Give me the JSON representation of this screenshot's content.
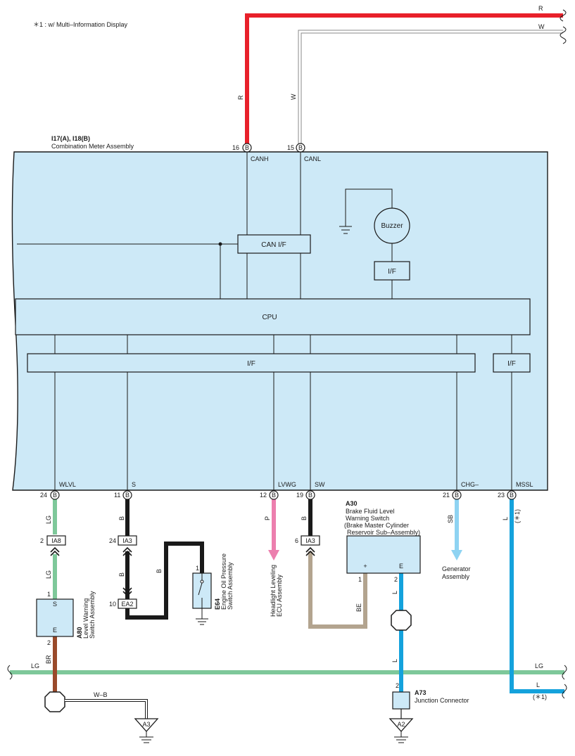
{
  "note": "＊1 : w/ Multi–Information Display",
  "colors": {
    "panel_fill": "#cde9f7",
    "wire_R": "#e8202a",
    "wire_W": "#ffffff",
    "wire_LG": "#7ec89a",
    "wire_B": "#1a1a1a",
    "wire_P": "#ec7fae",
    "wire_BE": "#b3a48f",
    "wire_SB": "#8ed3f2",
    "wire_L": "#14a2dc",
    "wire_BR": "#9a4a2a"
  },
  "top_wires": {
    "r_label": "R",
    "w_label": "W",
    "r_vertical": "R",
    "w_vertical": "W"
  },
  "meter": {
    "code": "I17(A), I18(B)",
    "name": "Combination Meter Assembly",
    "can_if": "CAN I/F",
    "buzzer": "Buzzer",
    "buzzer_if": "I/F",
    "cpu": "CPU",
    "if_main": "I/F",
    "if_right": "I/F"
  },
  "top_pins": [
    {
      "num": "16",
      "conn": "B",
      "signal": "CANH"
    },
    {
      "num": "15",
      "conn": "B",
      "signal": "CANL"
    }
  ],
  "bottom_pins": [
    {
      "num": "24",
      "conn": "B",
      "signal": "WLVL"
    },
    {
      "num": "11",
      "conn": "B",
      "signal": "S"
    },
    {
      "num": "12",
      "conn": "B",
      "signal": "LVWG"
    },
    {
      "num": "19",
      "conn": "B",
      "signal": "SW"
    },
    {
      "num": "21",
      "conn": "B",
      "signal": "CHG–"
    },
    {
      "num": "23",
      "conn": "B",
      "signal": "MSSL"
    }
  ],
  "wire_labels": {
    "lg": "LG",
    "b": "B",
    "p": "P",
    "sb": "SB",
    "l": "L",
    "star1": "(＊1)",
    "be": "BE",
    "br": "BR",
    "wb": "W–B",
    "e_pin": "E",
    "s_pin": "S",
    "plus": "+"
  },
  "connectors": {
    "ia8": {
      "pin": "2",
      "name": "IA8"
    },
    "ia3_left": {
      "pin": "24",
      "name": "IA3"
    },
    "ea2": {
      "pin": "10",
      "name": "EA2"
    },
    "ia3_mid": {
      "pin": "6",
      "name": "IA3"
    }
  },
  "a80": {
    "code": "A80",
    "name1": "Level Warning",
    "name2": "Switch Assembly",
    "pin_top": "1",
    "pin_bottom": "2"
  },
  "e64": {
    "code": "E64",
    "name1": "Engine Oil Pressure",
    "name2": "Switch Assembly",
    "pin": "1"
  },
  "headlight": {
    "name1": "Headlight Leveling",
    "name2": "ECU Assembly"
  },
  "a30": {
    "code": "A30",
    "line1": "Brake Fluid Level",
    "line2": "Warning Switch",
    "line3": "(Brake Master Cylinder",
    "line4": "Reservoir Sub–Assembly)",
    "pin_plus": "1",
    "pin_e": "2"
  },
  "generator": {
    "name1": "Generator",
    "name2": "Assembly"
  },
  "a73": {
    "code": "A73",
    "name": "Junction Connector",
    "pin": "2"
  },
  "grounds": {
    "a3": "A3",
    "a2": "A2"
  }
}
